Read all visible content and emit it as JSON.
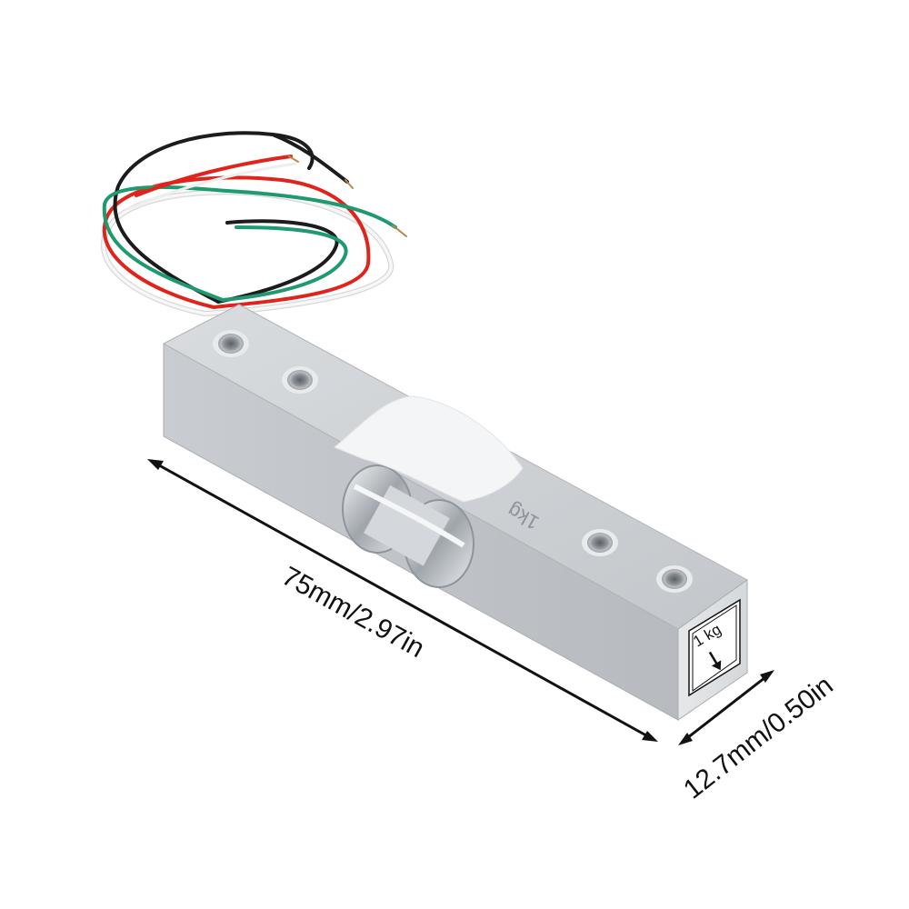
{
  "product": {
    "engraved_capacity": "1kg",
    "end_sticker_label": "1 kg"
  },
  "dimensions": {
    "length_label": "75mm/2.97in",
    "width_label": "12.7mm/0.50in"
  },
  "colors": {
    "background": "#ffffff",
    "aluminum": "#c7cbcf",
    "wire_black": "#1c1c1c",
    "wire_red": "#e0241b",
    "wire_green": "#1f9a6e",
    "wire_white": "#f2f2f2",
    "dimension_line": "#111111"
  },
  "icons": {
    "load_direction": "down-arrow-icon",
    "dimension_arrows": "double-headed-arrow-icon"
  }
}
